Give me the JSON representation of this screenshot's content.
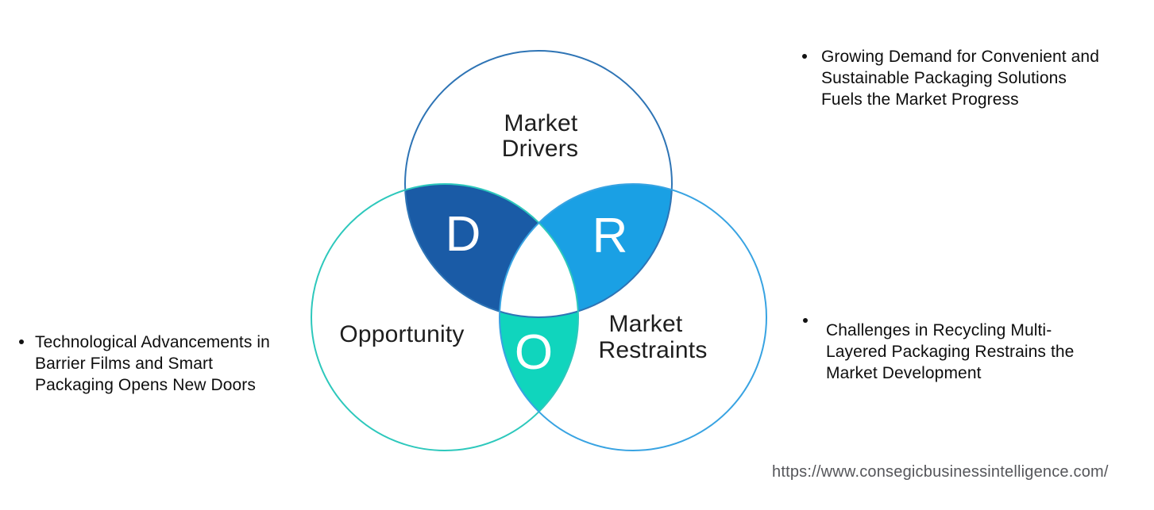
{
  "venn": {
    "top_circle_label_lines": [
      "Market",
      "Drivers"
    ],
    "left_circle_label": "Opportunity",
    "right_circle_label_lines": [
      "Market",
      "Restraints"
    ],
    "overlap_letters": {
      "drivers": "D",
      "restraints": "R",
      "opportunity": "O"
    },
    "colors": {
      "drivers_overlap_fill": "#1a5ba6",
      "restraints_overlap_fill": "#1aa0e4",
      "opportunity_overlap_fill": "#10d5bd",
      "drivers_circle_stroke": "#2e74b5",
      "opportunity_circle_stroke": "#2dc8bc",
      "restraints_circle_stroke": "#38a3e2",
      "center_fill": "#ffffff",
      "letter_color": "#ffffff",
      "label_color": "#1e1e1e"
    }
  },
  "bullets": {
    "left": {
      "marker": "•",
      "lines": [
        "Technological Advancements in",
        "Barrier Films and Smart",
        "Packaging Opens New Doors"
      ]
    },
    "right_top": {
      "marker": "•",
      "lines": [
        "Growing Demand for Convenient and",
        "Sustainable Packaging Solutions",
        "Fuels the Market Progress"
      ]
    },
    "right_bottom": {
      "marker": "•",
      "lines": [
        "Challenges in Recycling Multi-",
        "Layered Packaging Restrains the",
        "Market Development"
      ]
    }
  },
  "footer": {
    "url": "https://www.consegicbusinessintelligence.com/"
  }
}
